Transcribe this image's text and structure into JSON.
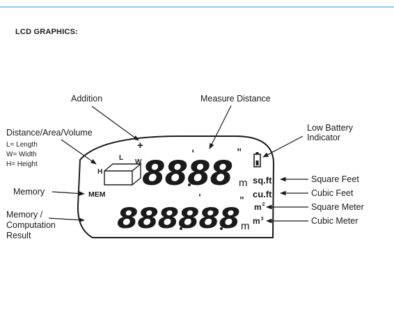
{
  "section_title": "LCD GRAPHICS:",
  "labels": {
    "addition": "Addition",
    "measure_distance": "Measure Distance",
    "low_battery_1": "Low Battery",
    "low_battery_2": "Indicator",
    "dav_title": "Distance/Area/Volume",
    "dav_length": "L= Length",
    "dav_width": "W= Width",
    "dav_height": "H= Height",
    "memory": "Memory",
    "mem_result_1": "Memory /",
    "mem_result_2": "Computation",
    "mem_result_3": "Result",
    "square_feet": "Square Feet",
    "cubic_feet": "Cubic Feet",
    "square_meter": "Square Meter",
    "cubic_meter": "Cubic Meter"
  },
  "lcd": {
    "plus": "+",
    "box_l": "L",
    "box_w": "W",
    "box_h": "H",
    "mem": "MEM",
    "top_digits": "8888",
    "bottom_digits": "888888",
    "unit_m": "m",
    "foot": "'",
    "inch": "\"",
    "sq_ft": "sq.ft",
    "cu_ft": "cu.ft",
    "m2_base": "m",
    "m2_exp": "2",
    "m3_base": "m",
    "m3_exp": "3"
  }
}
